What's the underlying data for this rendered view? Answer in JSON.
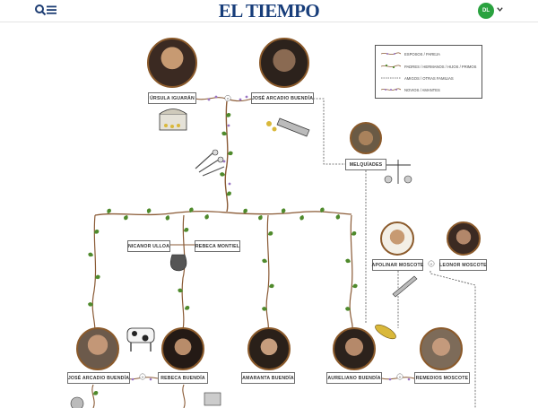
{
  "header": {
    "logo": "EL TIEMPO",
    "user_initials": "DL",
    "icons": [
      "search-icon",
      "menu-icon",
      "chevron-down-icon"
    ],
    "brand_color": "#173d7a",
    "user_color": "#2aa23f"
  },
  "legend": {
    "items": [
      {
        "label": "ESPOSOS / PAREJA",
        "style": "vine-purple"
      },
      {
        "label": "PADRES / HERMANOS / HIJOS / PRIMOS",
        "style": "vine-green"
      },
      {
        "label": "AMIGOS / OTRAS FAMILIAS",
        "style": "dashed"
      },
      {
        "label": "NOVIOS / AMANTES",
        "style": "vine-purple-flowers"
      }
    ]
  },
  "people": {
    "ursula": "ÚRSULA IGUARÁN",
    "jose_arcadio": "JOSÉ ARCADIO BUENDÍA",
    "melquiades": "MELQUÍADES",
    "nicanor": "NICANOR ULLOA",
    "rebeca_montiel": "REBECA MONTIEL",
    "apolinar": "APOLINAR MOSCOTE",
    "leonor": "LEONOR MOSCOTE",
    "jose_arcadio_jr": "JOSÉ ARCADIO BUENDÍA",
    "rebeca": "REBECA BUENDÍA",
    "amaranta": "AMARANTA BUENDÍA",
    "aureliano": "AURELIANO BUENDÍA",
    "remedios": "REMEDIOS MOSCOTE"
  },
  "colors": {
    "vine_stem": "#8a5a35",
    "leaf": "#4f8a2c",
    "flower": "#9a74c4",
    "frame": "#8b5a2b"
  }
}
